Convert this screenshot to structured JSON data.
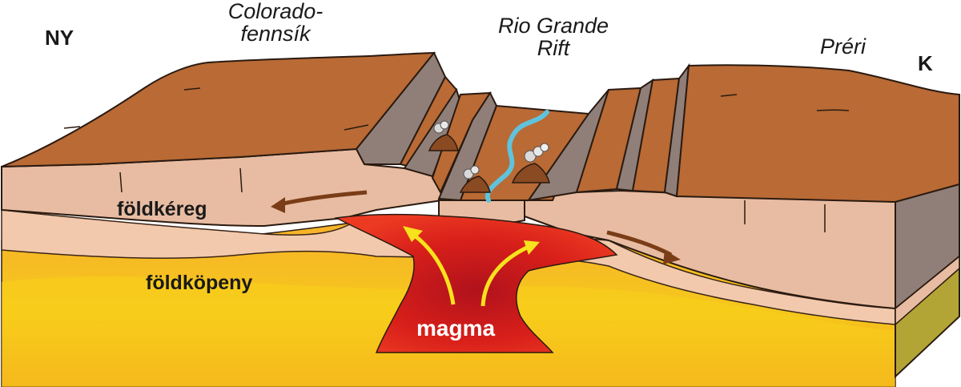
{
  "labels": {
    "west": "NY",
    "east": "K",
    "colorado_line1": "Colorado-",
    "colorado_line2": "fennsík",
    "rift_line1": "Rio Grande",
    "rift_line2": "Rift",
    "prairie": "Préri",
    "crust": "földkéreg",
    "mantle": "földköpeny",
    "magma": "magma"
  },
  "colors": {
    "surface": "#b96a35",
    "scarp": "#8f7f78",
    "crust": "#e8bca2",
    "crust_light": "#f2c9ad",
    "mantle": "#f5a623",
    "mantle_core": "#f6c21a",
    "magma": "#e0241a",
    "river": "#5fc3dc",
    "arrow_crust": "#7a3d17",
    "arrow_magma": "#f7e21d",
    "side_olive": "#b3a436"
  }
}
